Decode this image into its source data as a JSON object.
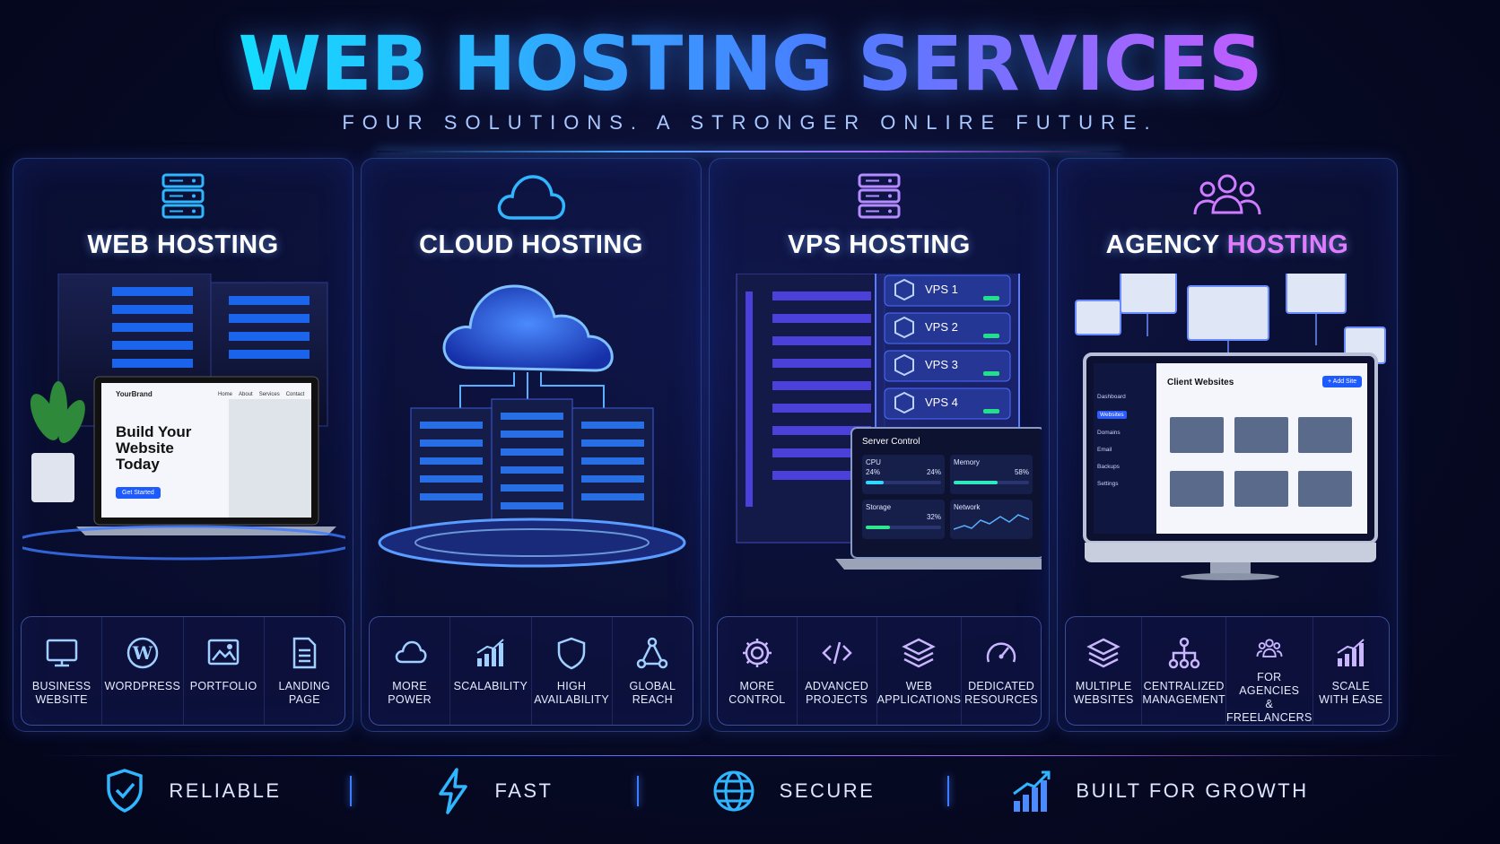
{
  "header": {
    "title": "WEB HOSTING SERVICES",
    "subtitle": "FOUR SOLUTIONS. A STRONGER ONLIRE FUTURE."
  },
  "colors": {
    "cyan": "#12e0ff",
    "blue": "#4a7cff",
    "purple": "#c55cff",
    "panel_border": "#5a8cff"
  },
  "panels": [
    {
      "title": "WEB HOSTING",
      "icon": "server-stack-icon",
      "laptop": {
        "brand": "YourBrand",
        "nav": [
          "Home",
          "About",
          "Services",
          "Contact"
        ],
        "headline": "Build Your Website Today",
        "cta": "Get Started"
      },
      "features": [
        {
          "label": "BUSINESS\nWEBSITE",
          "icon": "monitor-icon"
        },
        {
          "label": "WORDPRESS",
          "icon": "wordpress-icon"
        },
        {
          "label": "PORTFOLIO",
          "icon": "image-icon"
        },
        {
          "label": "LANDING\nPAGE",
          "icon": "document-icon"
        }
      ]
    },
    {
      "title": "CLOUD HOSTING",
      "icon": "cloud-icon",
      "features": [
        {
          "label": "MORE\nPOWER",
          "icon": "cloud-icon"
        },
        {
          "label": "SCALABILITY",
          "icon": "bar-chart-icon"
        },
        {
          "label": "HIGH\nAVAILABILITY",
          "icon": "shield-icon"
        },
        {
          "label": "GLOBAL\nREACH",
          "icon": "network-icon"
        }
      ]
    },
    {
      "title": "VPS HOSTING",
      "icon": "server-stack-icon",
      "vps": [
        "VPS 1",
        "VPS 2",
        "VPS 3",
        "VPS 4"
      ],
      "server_control": {
        "title": "Server Control",
        "cpu_label": "CPU",
        "cpu_value": "24%",
        "cpu_value_right": "24%",
        "memory_label": "Memory",
        "memory_value": "58%",
        "storage_label": "Storage",
        "storage_value": "32%",
        "network_label": "Network",
        "cpu_fill": 0.24,
        "memory_fill": 0.58,
        "storage_fill": 0.32
      },
      "features": [
        {
          "label": "MORE\nCONTROL",
          "icon": "gear-icon"
        },
        {
          "label": "ADVANCED\nPROJECTS",
          "icon": "code-icon"
        },
        {
          "label": "WEB\nAPPLICATIONS",
          "icon": "layers-icon"
        },
        {
          "label": "DEDICATED\nRESOURCES",
          "icon": "gauge-icon"
        }
      ]
    },
    {
      "title_main": "AGENCY ",
      "title_accent": "HOSTING",
      "icon": "users-icon",
      "dashboard": {
        "title": "Client Websites",
        "add_button": "+ Add Site",
        "sidebar": [
          "Dashboard",
          "Websites",
          "Domains",
          "Email",
          "Backups",
          "Settings"
        ]
      },
      "features": [
        {
          "label": "MULTIPLE\nWEBSITES",
          "icon": "layers-icon"
        },
        {
          "label": "CENTRALIZED\nMANAGEMENT",
          "icon": "hierarchy-icon"
        },
        {
          "label": "FOR AGENCIES\n& FREELANCERS",
          "icon": "users-icon"
        },
        {
          "label": "SCALE\nWITH EASE",
          "icon": "bar-chart-icon"
        }
      ]
    }
  ],
  "bottom": [
    {
      "label": "RELIABLE",
      "icon": "shield-check-icon"
    },
    {
      "label": "FAST",
      "icon": "lightning-icon"
    },
    {
      "label": "SECURE",
      "icon": "globe-icon"
    },
    {
      "label": "BUILT FOR GROWTH",
      "icon": "growth-chart-icon"
    }
  ]
}
